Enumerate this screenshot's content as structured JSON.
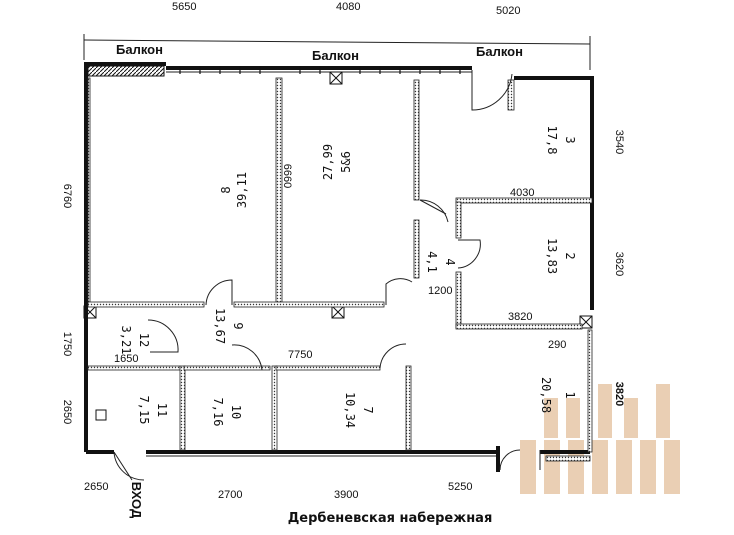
{
  "labels": {
    "balcony_left": "Балкон",
    "balcony_mid": "Балкон",
    "balcony_right": "Балкон",
    "entrance": "ВХОД",
    "street": "Дербеневская набережная"
  },
  "dimensions": {
    "top_1": "5650",
    "top_2": "4080",
    "top_3": "5020",
    "left_1": "6760",
    "left_2": "1750",
    "left_3": "2650",
    "right_1": "3540",
    "right_2": "3620",
    "right_3": "3820",
    "inner_6660": "6660",
    "inner_4030": "4030",
    "inner_1200": "1200",
    "inner_3820": "3820",
    "inner_1650": "1650",
    "inner_7750": "7750",
    "inner_290": "290",
    "bottom_1": "2650",
    "bottom_2": "2700",
    "bottom_3": "3900",
    "bottom_4": "5250"
  },
  "rooms": [
    {
      "number": "8",
      "area": "39,11"
    },
    {
      "number": "5&6",
      "area": "27,99"
    },
    {
      "number": "3",
      "area": "17,8"
    },
    {
      "number": "2",
      "area": "13,83"
    },
    {
      "number": "4",
      "area": "4,1"
    },
    {
      "number": "9",
      "area": "13,67"
    },
    {
      "number": "12",
      "area": "3,21"
    },
    {
      "number": "11",
      "area": "7,15"
    },
    {
      "number": "10",
      "area": "7,16"
    },
    {
      "number": "7",
      "area": "10,34"
    },
    {
      "number": "1",
      "area": "20,58"
    }
  ],
  "colors": {
    "wall": "#111111",
    "logo": "#d9a877"
  }
}
